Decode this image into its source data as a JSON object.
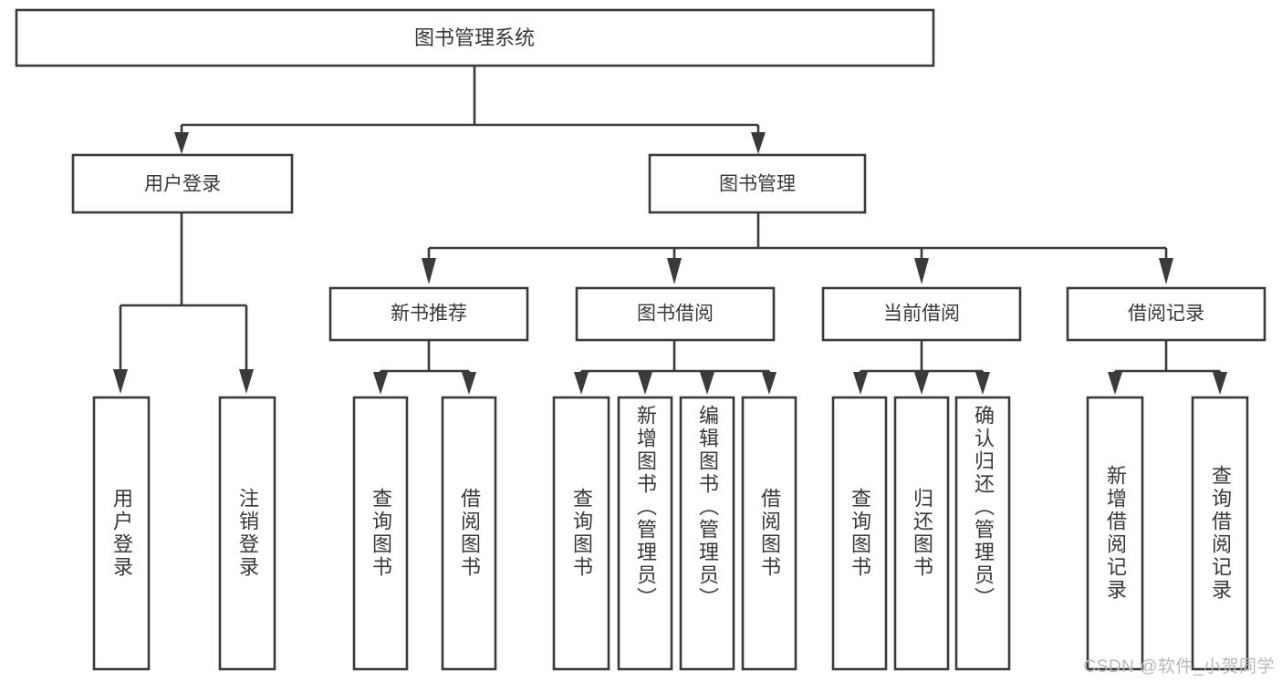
{
  "diagram": {
    "type": "tree",
    "title": "图书管理系统",
    "orientation": "top-down",
    "watermark": "CSDN @软件_小贺同学",
    "colors": {
      "box_fill": "#ffffff",
      "box_stroke": "#3a3a3a",
      "text": "#383838",
      "watermark": "#b9b9b9",
      "background": "#ffffff"
    },
    "root": {
      "label": "图书管理系统",
      "children": [
        {
          "label": "用户登录",
          "children": [
            {
              "label": "用户登录"
            },
            {
              "label": "注销登录"
            }
          ]
        },
        {
          "label": "图书管理",
          "children": [
            {
              "label": "新书推荐",
              "children": [
                {
                  "label": "查询图书"
                },
                {
                  "label": "借阅图书"
                }
              ]
            },
            {
              "label": "图书借阅",
              "children": [
                {
                  "label": "查询图书"
                },
                {
                  "label": "新增图书（管理员）"
                },
                {
                  "label": "编辑图书（管理员）"
                },
                {
                  "label": "借阅图书"
                }
              ]
            },
            {
              "label": "当前借阅",
              "children": [
                {
                  "label": "查询图书"
                },
                {
                  "label": "归还图书"
                },
                {
                  "label": "确认归还（管理员）"
                }
              ]
            },
            {
              "label": "借阅记录",
              "children": [
                {
                  "label": "新增借阅记录"
                },
                {
                  "label": "查询借阅记录"
                }
              ]
            }
          ]
        }
      ]
    },
    "nodes": {
      "root": "图书管理系统",
      "n_user_login": "用户登录",
      "n_book_mgmt": "图书管理",
      "n_new_book_rec": "新书推荐",
      "n_book_borrow": "图书借阅",
      "n_current_borrow": "当前借阅",
      "n_borrow_record": "借阅记录",
      "leaf_user_login": "用户登录",
      "leaf_logout": "注销登录",
      "leaf_nbr_query": "查询图书",
      "leaf_nbr_borrow": "借阅图书",
      "leaf_bb_query": "查询图书",
      "leaf_bb_add": "新增图书（管理员）",
      "leaf_bb_edit": "编辑图书（管理员）",
      "leaf_bb_borrow": "借阅图书",
      "leaf_cb_query": "查询图书",
      "leaf_cb_return": "归还图书",
      "leaf_cb_confirm": "确认归还（管理员）",
      "leaf_br_add": "新增借阅记录",
      "leaf_br_query": "查询借阅记录"
    }
  }
}
